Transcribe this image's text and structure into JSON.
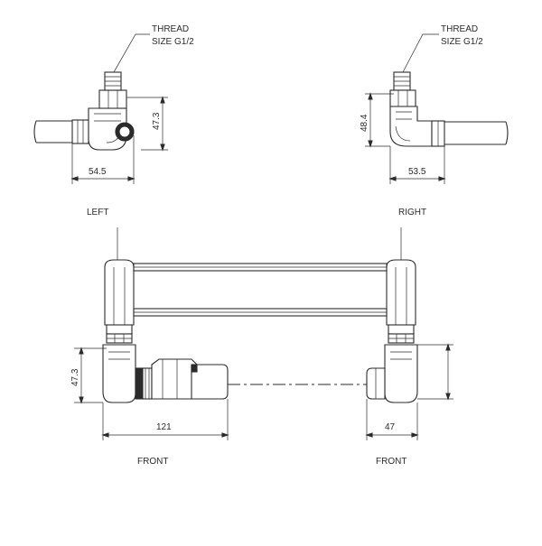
{
  "callouts": {
    "left_thread": [
      "THREAD",
      "SIZE G1/2"
    ],
    "right_thread": [
      "THREAD",
      "SIZE G1/2"
    ]
  },
  "dimensions": {
    "left_top_height": "47.3",
    "left_top_width": "54.5",
    "right_top_height": "48.4",
    "right_top_width": "53.5",
    "front_left_height": "47.3",
    "front_left_width": "121",
    "front_right_width": "47"
  },
  "views": {
    "left": "LEFT",
    "right": "RIGHT",
    "front_left": "FRONT",
    "front_right": "FRONT"
  },
  "colors": {
    "line": "#2b2b2b",
    "background": "#ffffff"
  }
}
